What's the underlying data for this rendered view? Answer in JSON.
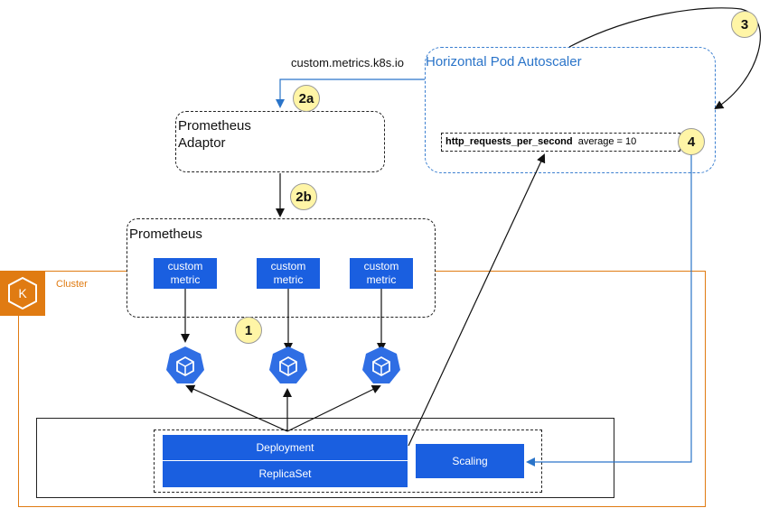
{
  "cluster": {
    "label": "Cluster"
  },
  "hpa": {
    "title": "Horizontal Pod Autoscaler",
    "metric_name": "http_requests_per_second",
    "metric_target": "average = 10"
  },
  "api_group": "custom.metrics.k8s.io",
  "adaptor": {
    "title_line1": "Prometheus",
    "title_line2": "Adaptor"
  },
  "prometheus": {
    "title": "Prometheus",
    "metrics": [
      {
        "line1": "custom",
        "line2": "metric"
      },
      {
        "line1": "custom",
        "line2": "metric"
      },
      {
        "line1": "custom",
        "line2": "metric"
      }
    ]
  },
  "workload": {
    "deployment": "Deployment",
    "replicaset": "ReplicaSet",
    "scaling": "Scaling"
  },
  "badges": {
    "b1": "1",
    "b2a": "2a",
    "b2b": "2b",
    "b3": "3",
    "b4": "4"
  },
  "colors": {
    "cluster": "#e07b12",
    "hpa": "#2a74c9",
    "component": "#1a5fe0",
    "badge": "#fff5a6"
  }
}
